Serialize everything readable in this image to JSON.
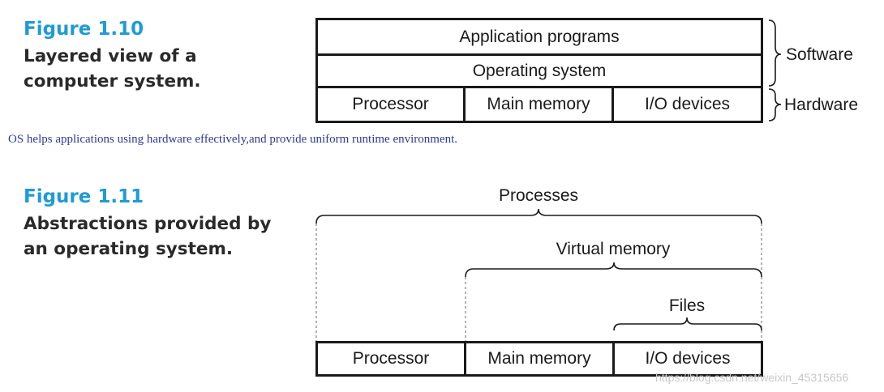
{
  "figure_1_10": {
    "number": "Figure 1.10",
    "caption_lines": [
      "Layered view of a",
      "computer system."
    ],
    "layers": {
      "application": "Application programs",
      "os": "Operating system",
      "hardware": [
        "Processor",
        "Main memory",
        "I/O devices"
      ]
    },
    "brace_labels": {
      "software": "Software",
      "hardware": "Hardware"
    }
  },
  "note": "OS helps applications using hardware effectively,and provide uniform runtime environment.",
  "figure_1_11": {
    "number": "Figure 1.11",
    "caption_lines": [
      "Abstractions provided by",
      "an operating system."
    ],
    "hardware": [
      "Processor",
      "Main memory",
      "I/O devices"
    ],
    "abstractions": {
      "processes": "Processes",
      "virtual_memory": "Virtual memory",
      "files": "Files"
    }
  },
  "watermark": "https://blog.csdn.net/weixin_45315656"
}
